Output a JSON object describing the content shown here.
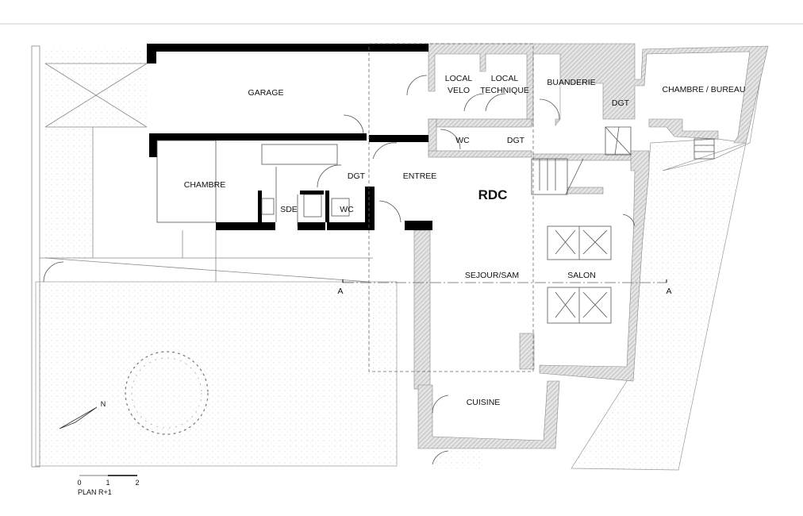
{
  "title": "RDC",
  "rooms": {
    "garage": "GARAGE",
    "local_velo": [
      "LOCAL",
      "VELO"
    ],
    "local_technique": [
      "LOCAL",
      "TECHNIQUE"
    ],
    "buanderie": "BUANDERIE",
    "dgt_upper": "DGT",
    "chambre_bureau": "CHAMBRE / BUREAU",
    "wc_upper": "WC",
    "dgt_mid": "DGT",
    "dgt_left": "DGT",
    "entree": "ENTREE",
    "chambre": "CHAMBRE",
    "sde": "SDE",
    "wc_lower": "WC",
    "sejour": "SEJOUR/SAM",
    "salon": "SALON",
    "cuisine": "CUISINE"
  },
  "section_marks": {
    "left": "A",
    "right": "A"
  },
  "north_label": "N",
  "scale": {
    "ticks": [
      "0",
      "1",
      "2"
    ],
    "caption": "PLAN R+1"
  },
  "colors": {
    "wall_new": "#000000",
    "wall_existing": "#c8c8c8",
    "line": "#555555"
  }
}
